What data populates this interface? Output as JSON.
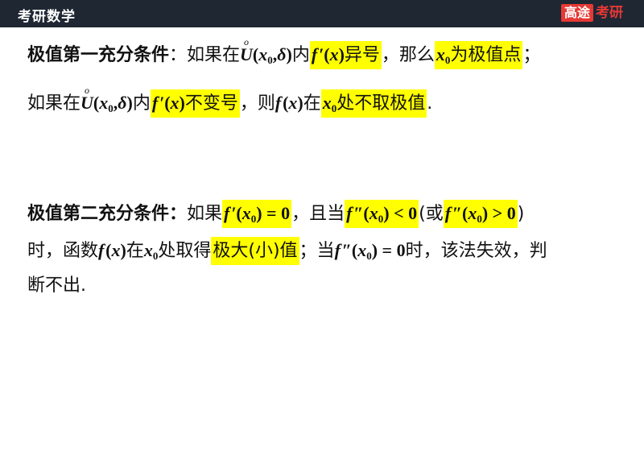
{
  "header": {
    "title": "考研数学",
    "logo_box": "高途",
    "logo_text": "考研"
  },
  "cond1": {
    "label": "极值第一充分条件",
    "p1": "：如果在",
    "p2": "内",
    "hl1": "异号",
    "p3": "，那么",
    "hl2": "为极值点",
    "p4": "；",
    "p5": "如果在",
    "p6": "内",
    "hl3": "不变号",
    "p7": "，则",
    "p8": "在",
    "hl4": "处不取极值",
    "p9": "."
  },
  "cond2": {
    "label": "极值第二充分条件：",
    "p1": "如果",
    "p2": "，且当",
    "p3": "(或",
    "p4": ")",
    "p5": "时，函数",
    "p6": "在",
    "p7": "处取得",
    "hl1": "极大(小)值",
    "p8": "；当",
    "p9": "时，该法失效，判",
    "p10": "断不出."
  }
}
